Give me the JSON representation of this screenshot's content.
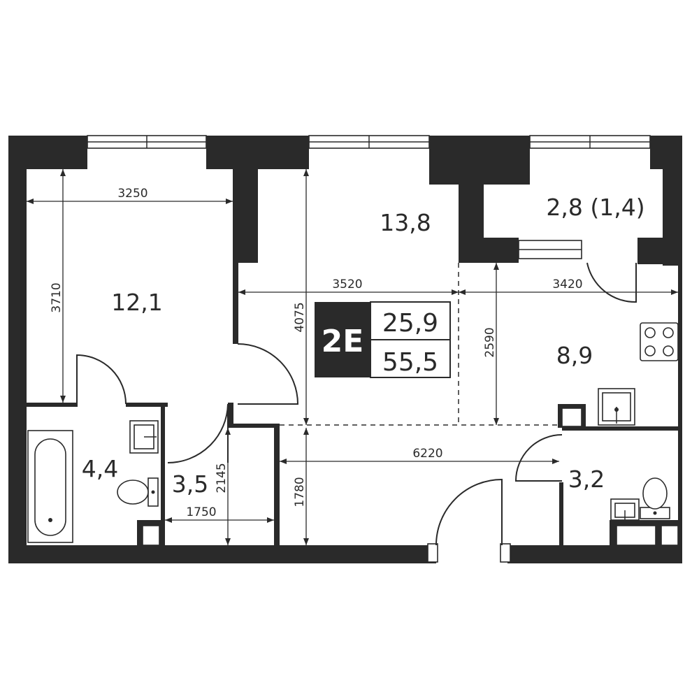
{
  "apartment": {
    "type_label": "2E",
    "living_area": "25,9",
    "total_area": "55,5"
  },
  "rooms": {
    "bedroom": "12,1",
    "living_room": "13,8",
    "balcony": "2,8 (1,4)",
    "kitchen": "8,9",
    "bathroom": "4,4",
    "hall": "3,5",
    "toilet": "3,2"
  },
  "dimensions": {
    "bedroom_width": "3250",
    "bedroom_depth": "3710",
    "living_width": "3520",
    "living_depth": "4075",
    "kitchen_width": "3420",
    "kitchen_depth": "2590",
    "corridor_length": "6220",
    "corridor_depth": "1780",
    "hall_width": "1750",
    "hall_depth": "2145"
  },
  "icons": [
    "stove-icon",
    "sink-icon",
    "toilet-icon",
    "bathtub-icon",
    "door-swing-icon",
    "window-icon"
  ]
}
